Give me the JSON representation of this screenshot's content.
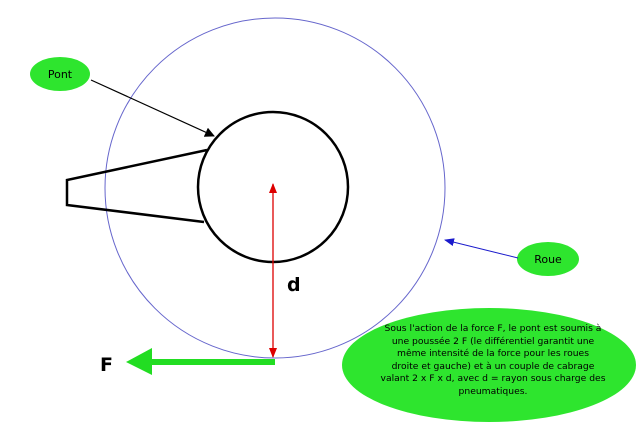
{
  "labels": {
    "pont": "Pont",
    "roue": "Roue",
    "d": "d",
    "f": "F"
  },
  "explanation": "Sous l'action de la force F, le pont est soumis à\nune poussée 2 F (le différentiel garantit une\nmême intensité de la force pour les roues\ndroite et gauche) et à un couple de cabrage\nvalant 2 x F x d, avec d = rayon sous charge des\npneumatiques.",
  "colors": {
    "bubble": "#2ee52e",
    "wheel": "#6666cc",
    "radius_arrow": "#dd0000",
    "roue_arrow": "#1a1acc",
    "force_arrow": "#22dd22",
    "axle": "#000000"
  }
}
